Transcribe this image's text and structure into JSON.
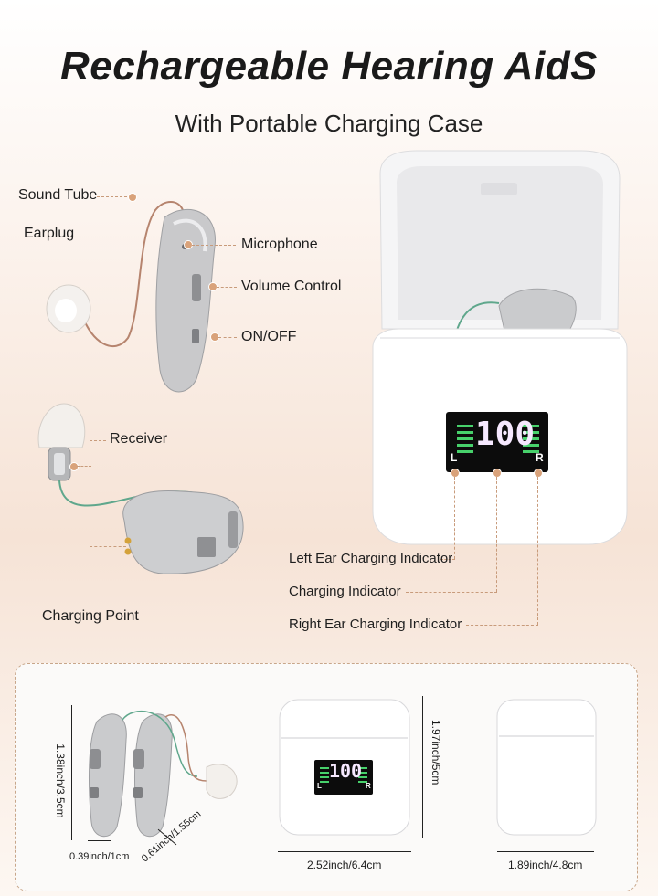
{
  "title": "Rechargeable Hearing AidS",
  "subtitle": "With Portable Charging Case",
  "labels": {
    "sound_tube": "Sound Tube",
    "earplug": "Earplug",
    "microphone": "Microphone",
    "volume_control": "Volume Control",
    "on_off": "ON/OFF",
    "receiver": "Receiver",
    "charging_point": "Charging Point",
    "left_ear_indicator": "Left Ear Charging Indicator",
    "charging_indicator": "Charging Indicator",
    "right_ear_indicator": "Right Ear Charging Indicator"
  },
  "display": {
    "value": "100",
    "left": "L",
    "right": "R",
    "small_value": "100",
    "small_left": "L",
    "small_right": "R"
  },
  "dimensions": {
    "aid_height": "1.38inch/3.5cm",
    "aid_width": "0.39inch/1cm",
    "aid_depth": "0.61inch/1.55cm",
    "case_height": "1.97inch/5cm",
    "case_width": "2.52inch/6.4cm",
    "case_depth": "1.89inch/4.8cm"
  },
  "colors": {
    "accent_dash": "#c89b7b",
    "display_bg": "#0c0c0c",
    "display_digits": "#f6e9ff",
    "display_bars": "#47d16b"
  }
}
